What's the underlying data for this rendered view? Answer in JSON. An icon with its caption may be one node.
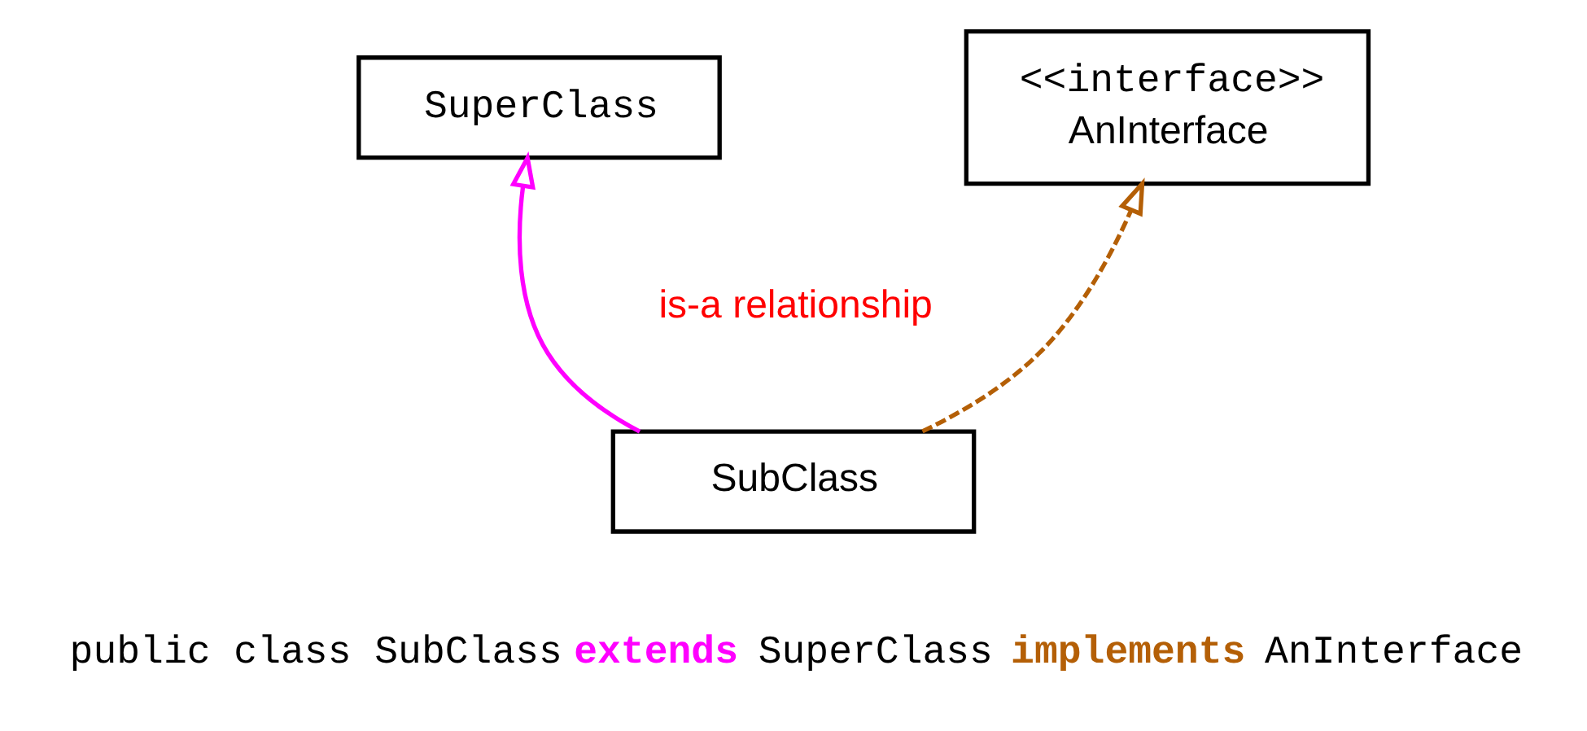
{
  "diagram": {
    "nodes": [
      {
        "text": [
          "SuperClass"
        ]
      },
      {
        "text": [
          "<<interface>>",
          "AnInterface"
        ]
      },
      {
        "text": [
          "SubClass"
        ]
      }
    ],
    "edges": [
      {
        "from": 2,
        "to": 0,
        "arrow": "to",
        "color": "#ff00ff"
      },
      {
        "from": 2,
        "to": 1,
        "arrow": "to",
        "style": "dashed",
        "color": "#b45f06"
      }
    ],
    "labels": [
      "is-a relationship",
      "public class SubClass **extends** SuperClass **implements** AnInterface"
    ]
  }
}
